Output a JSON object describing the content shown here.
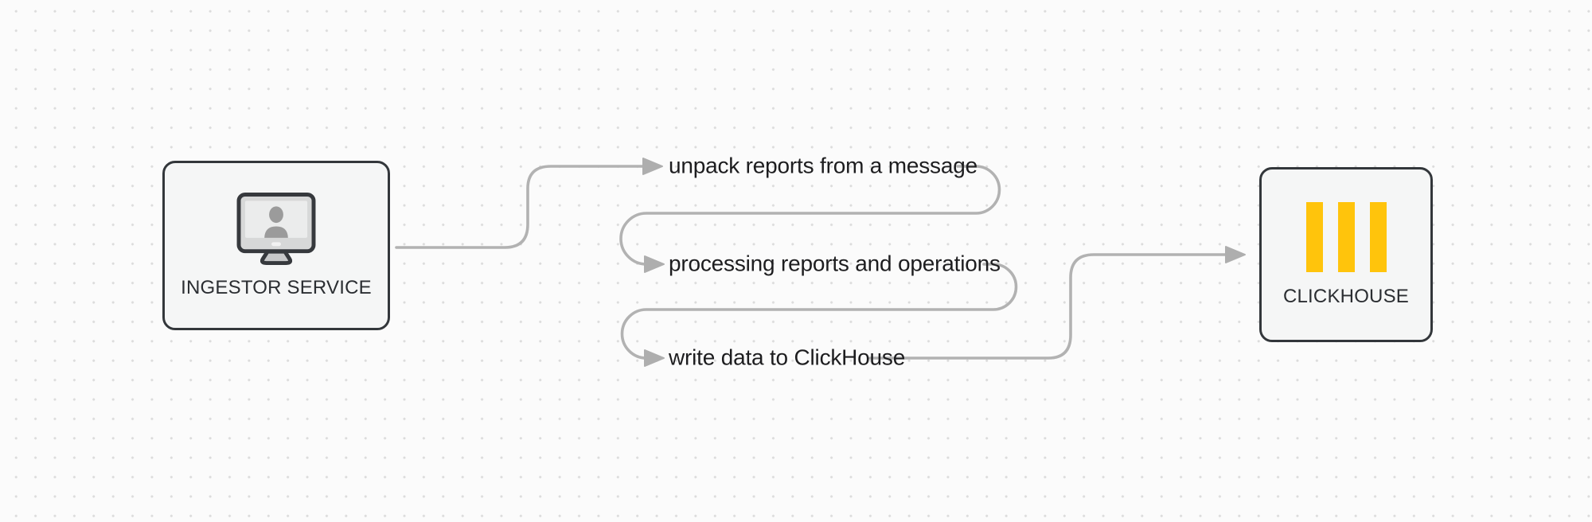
{
  "diagram": {
    "nodes": [
      {
        "id": "ingestor-service",
        "label": "INGESTOR SERVICE",
        "icon": "monitor-user-icon"
      },
      {
        "id": "clickhouse",
        "label": "CLICKHOUSE",
        "icon": "clickhouse-logo-icon"
      }
    ],
    "flow_steps": [
      {
        "label": "unpack reports from a message"
      },
      {
        "label": "processing reports and operations"
      },
      {
        "label": "write data to ClickHouse"
      }
    ],
    "colors": {
      "background": "#fbfbfb",
      "grid_dot": "#dcdcdc",
      "node_border": "#33373b",
      "node_fill": "#f5f6f6",
      "connector": "#b2b2b2",
      "label_text": "#1d1d1f",
      "clickhouse_yellow": "#ffc40c",
      "icon_person_gray": "#9b9b9b"
    }
  }
}
